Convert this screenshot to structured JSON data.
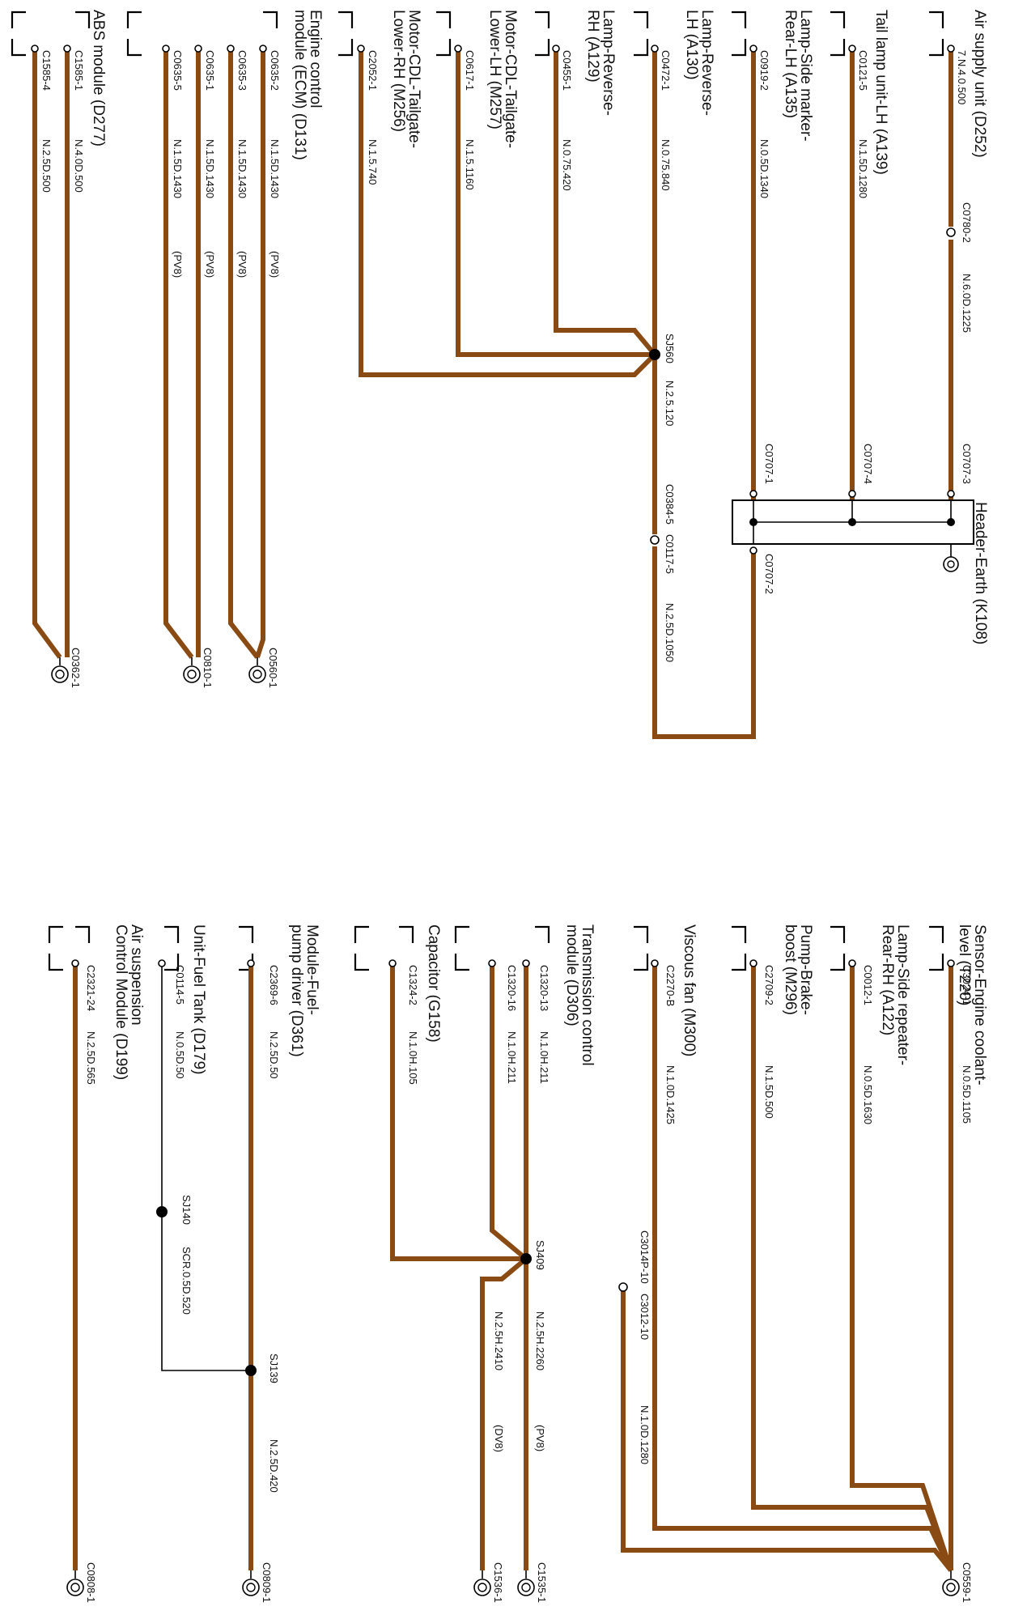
{
  "components": {
    "air_supply": "Air supply unit (D252)",
    "tail_lamp_lh": "Tail lamp unit-LH (A139)",
    "side_marker_rear_lh": [
      "Lamp-Side marker-",
      "Rear-LH (A135)"
    ],
    "lamp_reverse_lh": [
      "Lamp-Reverse-",
      "LH (A130)"
    ],
    "lamp_reverse_rh": [
      "Lamp-Reverse-",
      "RH (A129)"
    ],
    "motor_cdl_lower_lh": [
      "Motor-CDL-Tailgate-",
      "Lower-LH (M257)"
    ],
    "motor_cdl_lower_rh": [
      "Motor-CDL-Tailgate-",
      "Lower-RH (M256)"
    ],
    "ecm": [
      "Engine control",
      "module (ECM) (D131)"
    ],
    "abs": "ABS module (D277)",
    "header_earth": "Header-Earth (K108)",
    "sensor_coolant": [
      "Sensor-Engine coolant-",
      "level (T220)"
    ],
    "side_repeater_rh": [
      "Lamp-Side repeater-",
      "Rear-RH (A122)"
    ],
    "pump_brake": [
      "Pump-Brake-",
      "boost (M296)"
    ],
    "viscous_fan": "Viscous fan (M300)",
    "tcm": [
      "Transmission control",
      "module (D306)"
    ],
    "capacitor": "Capacitor (G158)",
    "fuel_pump_module": [
      "Module-Fuel-",
      "pump driver (D361)"
    ],
    "fuel_tank_unit": "Unit-Fuel Tank (D179)",
    "air_suspension": [
      "Air suspension",
      "Control Module (D199)"
    ]
  },
  "pins": {
    "air_supply": "7.N.4.0.500",
    "tail_lamp": "C0121-5",
    "side_marker": "C0919-2",
    "reverse_lh": "C0472-1",
    "reverse_rh": "C0455-1",
    "motor_lh": "C0617-1",
    "motor_rh": "C2052-1",
    "ecm_2": "C0635-2",
    "ecm_3": "C0635-3",
    "ecm_1": "C0635-1",
    "ecm_5": "C0635-5",
    "abs_1": "C1585-1",
    "abs_4": "C1585-4",
    "c0780": "C0780-2",
    "c0707_3": "C0707-3",
    "c0707_4": "C0707-4",
    "c0707_1": "C0707-1",
    "c0707_2": "C0707-2",
    "c0384": "C0384-5",
    "c0117": "C0117-5",
    "sensor": "C3024-1",
    "repeater": "C0012-1",
    "pump_brake": "C2709-2",
    "fan": "C2270-B",
    "tcm_13": "C1320-13",
    "tcm_16": "C1320-16",
    "capacitor": "C1324-2",
    "fuel_pump": "C2369-6",
    "fuel_tank": "C0114-5",
    "air_susp": "C2321-24",
    "c3014": "C3014P-10",
    "c3012": "C3012-10"
  },
  "wires": {
    "tail": "N.1.5D.1280",
    "marker": "N.0.5D.1340",
    "rev_lh": "N.0.75.840",
    "rev_rh": "N.0.75.420",
    "motor_lh": "N.1.5.1160",
    "motor_rh": "N.1.5.740",
    "ecm_2": "N.1.5D.1430",
    "ecm_3": "N.1.5D.1430",
    "ecm_1": "N.1.5D.1430",
    "ecm_5": "N.1.5D.1430",
    "abs_1": "N.4.0D.500",
    "abs_4": "N.2.5D.500",
    "air_to_header": "N.6.0D.1225",
    "sj560_out": "N.2.5.120",
    "c0117_out": "N.2.5D.1050",
    "sensor": "N.0.5D.1105",
    "repeater": "N.0.5D.1630",
    "pump_brake": "N.1.5D.500",
    "fan": "N.1.0D.1425",
    "tcm_13": "N.1.0H.211",
    "tcm_16": "N.1.0H.211",
    "capacitor": "N.1.0H.105",
    "sj409_a": "N.2.5H.2260",
    "sj409_b": "N.2.5H.2410",
    "c3012": "N.1.0D.1280",
    "fuel_pump": "N.2.5D.50",
    "fuel_tank": "N.0.5D.50",
    "sj140": "SCR.0.5D.520",
    "sj139": "N.2.5D.420",
    "air_susp": "N.2.5D.565"
  },
  "tags": {
    "pv8": "(PV8)",
    "dv8": "(DV8)"
  },
  "splices": {
    "sj560": "SJ560",
    "sj409": "SJ409",
    "sj140": "SJ140",
    "sj139": "SJ139"
  },
  "grounds": {
    "c0560": "C0560-1",
    "c0810": "C0810-1",
    "c0362": "C0362-1",
    "c0559": "C0559-1",
    "c1535": "C1535-1",
    "c1536": "C1536-1",
    "c0809": "C0809-1",
    "c0808": "C0808-1"
  },
  "colors": {
    "wire": "#8a4a13",
    "ink": "#000000"
  }
}
